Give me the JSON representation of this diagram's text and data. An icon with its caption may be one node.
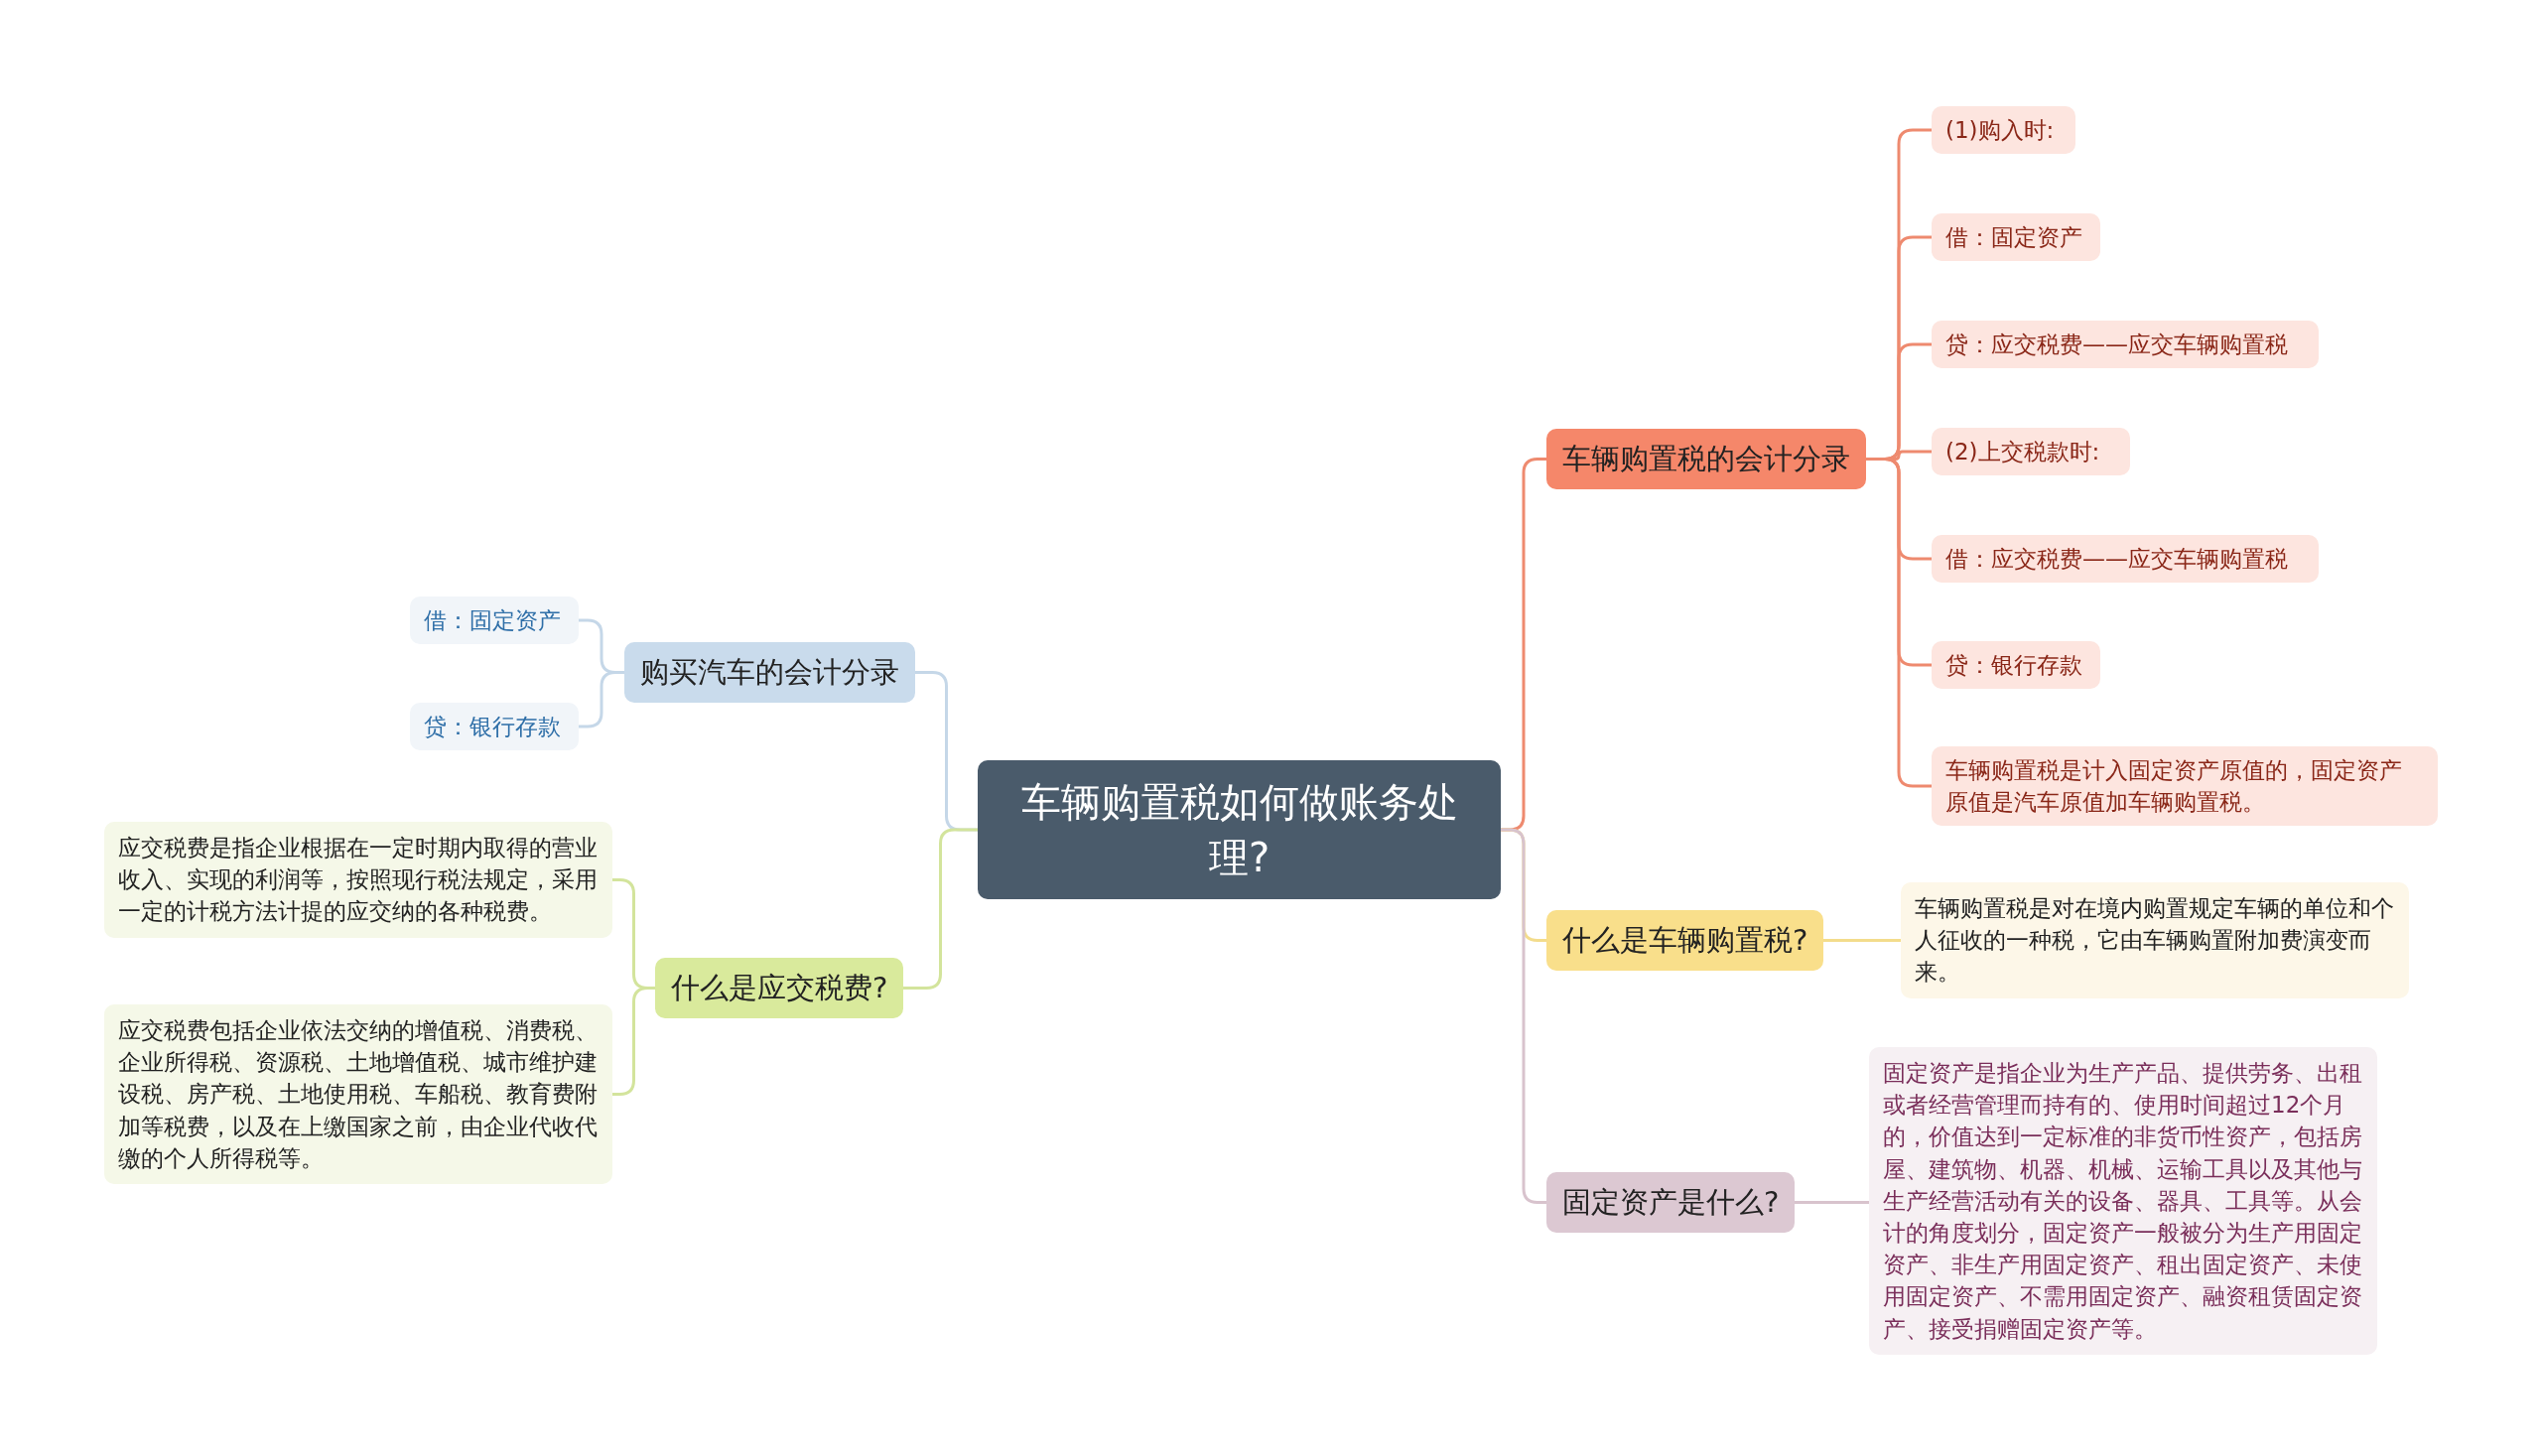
{
  "diagram": {
    "nodes": [
      {
        "text": [
          "车辆购置税如何做账务处理?"
        ]
      },
      {
        "text": [
          "车辆购置税的会计分录"
        ]
      },
      {
        "text": [
          "(1)购入时:"
        ]
      },
      {
        "text": [
          "借：固定资产"
        ]
      },
      {
        "text": [
          "贷：应交税费——应交车辆购置税"
        ]
      },
      {
        "text": [
          "(2)上交税款时:"
        ]
      },
      {
        "text": [
          "借：应交税费——应交车辆购置税"
        ]
      },
      {
        "text": [
          "贷：银行存款"
        ]
      },
      {
        "text": [
          "车辆购置税是计入固定资产原值的，固定资产原值是汽车原值加车辆购置税。"
        ]
      },
      {
        "text": [
          "什么是车辆购置税?"
        ]
      },
      {
        "text": [
          "车辆购置税是对在境内购置规定车辆的单位和个人征收的一种税，它由车辆购置附加费演变而来。"
        ]
      },
      {
        "text": [
          "固定资产是什么?"
        ]
      },
      {
        "text": [
          "固定资产是指企业为生产产品、提供劳务、出租或者经营管理而持有的、使用时间超过12个月的，价值达到一定标准的非货币性资产，包括房屋、建筑物、机器、机械、运输工具以及其他与生产经营活动有关的设备、器具、工具等。从会计的角度划分，固定资产一般被分为生产用固定资产、非生产用固定资产、租出固定资产、未使用固定资产、不需用固定资产、融资租赁固定资产、接受捐赠固定资产等。"
        ]
      },
      {
        "text": [
          "购买汽车的会计分录"
        ]
      },
      {
        "text": [
          "借：固定资产"
        ]
      },
      {
        "text": [
          "贷：银行存款"
        ]
      },
      {
        "text": [
          "什么是应交税费?"
        ]
      },
      {
        "text": [
          "应交税费是指企业根据在一定时期内取得的营业收入、实现的利润等，按照现行税法规定，采用一定的计税方法计提的应交纳的各种税费。"
        ]
      },
      {
        "text": [
          "应交税费包括企业依法交纳的增值税、消费税、企业所得税、资源税、土地增值税、城市维护建设税、房产税、土地使用税、车船税、教育费附加等税费，以及在上缴国家之前，由企业代收代缴的个人所得税等。"
        ]
      }
    ],
    "edges": [
      {
        "from": 0,
        "to": 1,
        "arrow": "none"
      },
      {
        "from": 1,
        "to": 2,
        "arrow": "none"
      },
      {
        "from": 1,
        "to": 3,
        "arrow": "none"
      },
      {
        "from": 1,
        "to": 4,
        "arrow": "none"
      },
      {
        "from": 1,
        "to": 5,
        "arrow": "none"
      },
      {
        "from": 1,
        "to": 6,
        "arrow": "none"
      },
      {
        "from": 1,
        "to": 7,
        "arrow": "none"
      },
      {
        "from": 1,
        "to": 8,
        "arrow": "none"
      },
      {
        "from": 0,
        "to": 9,
        "arrow": "none",
        "color": "#f3dc8c"
      },
      {
        "from": 9,
        "to": 10,
        "arrow": "none",
        "color": "#f3dc8c"
      },
      {
        "from": 0,
        "to": 11,
        "arrow": "none",
        "color": "#d8c3cd"
      },
      {
        "from": 11,
        "to": 12,
        "arrow": "none",
        "color": "#d8c3cd"
      },
      {
        "from": 0,
        "to": 13,
        "arrow": "none",
        "color": "#c5d7e8"
      },
      {
        "from": 13,
        "to": 14,
        "arrow": "none",
        "color": "#c5d7e8"
      },
      {
        "from": 13,
        "to": 15,
        "arrow": "none",
        "color": "#c5d7e8"
      },
      {
        "from": 0,
        "to": 16,
        "arrow": "none",
        "color": "#d3e49c"
      },
      {
        "from": 16,
        "to": 17,
        "arrow": "none",
        "color": "#d3e49c"
      },
      {
        "from": 16,
        "to": 18,
        "arrow": "none",
        "color": "#d3e49c"
      }
    ]
  }
}
